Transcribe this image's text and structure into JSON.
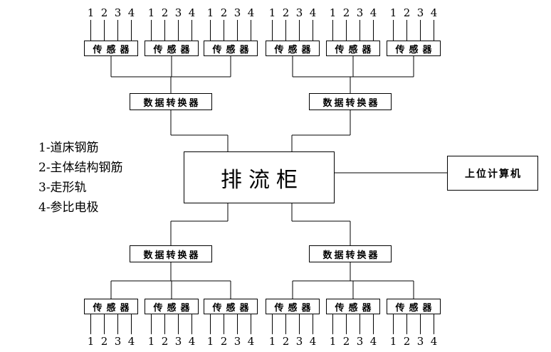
{
  "diagram": {
    "sensor_label": "传感器",
    "converter_label": "数据转换器",
    "center_label": "排流柜",
    "computer_label": "上位计算机",
    "terminals": [
      "1",
      "2",
      "3",
      "4"
    ],
    "legend": [
      "1-道床钢筋",
      "2-主体结构钢筋",
      "3-走形轨",
      "4-参比电极"
    ]
  }
}
